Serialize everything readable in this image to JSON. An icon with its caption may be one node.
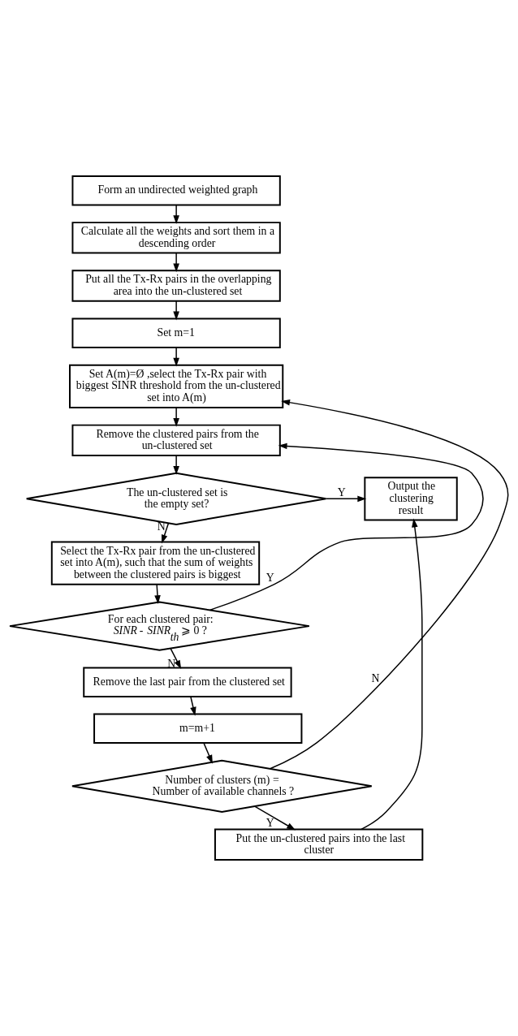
{
  "diagram": {
    "nodes": [
      {
        "text": [
          "Form an undirected weighted graph"
        ]
      },
      {
        "text": [
          "Calculate all the weights and sort them in a descending order"
        ]
      },
      {
        "text": [
          "Put all the Tx-Rx pairs in the overlapping area into the un-clustered set"
        ]
      },
      {
        "text": [
          "Set m=1"
        ]
      },
      {
        "text": [
          "Set A(m)=Ø ,select the Tx-Rx pair with biggest SINR threshold from the un-clustered set into A(m)"
        ]
      },
      {
        "text": [
          "Remove the clustered pairs from the un-clustered set"
        ]
      },
      {
        "text": [
          "The un-clustered set is the empty set?"
        ]
      },
      {
        "text": [
          "Output the clustering result"
        ]
      },
      {
        "text": [
          "Select the Tx-Rx pair from the un-clustered set into A(m), such that the sum of weights between the clustered pairs is biggest"
        ]
      },
      {
        "text": [
          "For each clustered pair: *SINR* - *SINR*$_{th}$ ⩾ 0 ?"
        ]
      },
      {
        "text": [
          "Remove the last pair from the clustered set"
        ]
      },
      {
        "text": [
          "m=m+1"
        ]
      },
      {
        "text": [
          "Number of clusters (m) = Number of available channels ?"
        ]
      },
      {
        "text": [
          "Put the un-clustered pairs into the last cluster"
        ]
      }
    ],
    "edges": [
      {
        "from": 0,
        "to": 1,
        "arrow": "to"
      },
      {
        "from": 1,
        "to": 2,
        "arrow": "to"
      },
      {
        "from": 2,
        "to": 3,
        "arrow": "to"
      },
      {
        "from": 3,
        "to": 4,
        "arrow": "to"
      },
      {
        "from": 4,
        "to": 5,
        "arrow": "to"
      },
      {
        "from": 5,
        "to": 6,
        "arrow": "to"
      },
      {
        "from": 6,
        "to": 7,
        "arrow": "to",
        "label": "Y"
      },
      {
        "from": 6,
        "to": 8,
        "arrow": "to",
        "label": "N"
      },
      {
        "from": 8,
        "to": 9,
        "arrow": "to"
      },
      {
        "from": 9,
        "to": 5,
        "arrow": "to",
        "label": "Y"
      },
      {
        "from": 9,
        "to": 10,
        "arrow": "to",
        "label": "N"
      },
      {
        "from": 10,
        "to": 11,
        "arrow": "to"
      },
      {
        "from": 11,
        "to": 12,
        "arrow": "to"
      },
      {
        "from": 12,
        "to": 4,
        "arrow": "to",
        "label": "N"
      },
      {
        "from": 12,
        "to": 13,
        "arrow": "to",
        "label": "Y"
      },
      {
        "from": 13,
        "to": 7,
        "arrow": "to"
      }
    ]
  }
}
